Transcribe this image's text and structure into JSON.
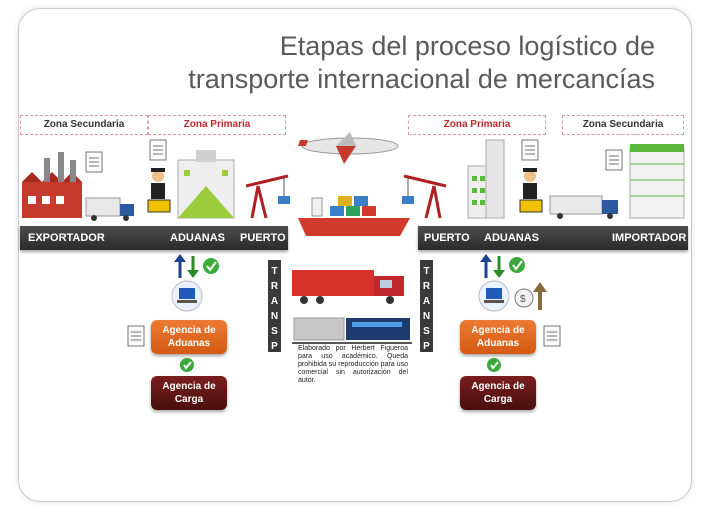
{
  "title_line1": "Etapas del proceso logístico de",
  "title_line2": "transporte internacional de mercancías",
  "zones": {
    "left_secundaria": "Zona Secundaria",
    "left_primaria": "Zona Primaria",
    "right_primaria": "Zona Primaria",
    "right_secundaria": "Zona Secundaria"
  },
  "bands": {
    "exportador": "EXPORTADOR",
    "aduanas_left": "ADUANAS",
    "puerto_left": "PUERTO",
    "puerto_right": "PUERTO",
    "aduanas_right": "ADUANAS",
    "importador": "IMPORTADOR"
  },
  "transp_left": [
    "T",
    "R",
    "A",
    "N",
    "S",
    "P"
  ],
  "transp_right": [
    "T",
    "R",
    "A",
    "N",
    "S",
    "P"
  ],
  "left_agencia_aduanas": [
    "Agencia de",
    "Aduanas"
  ],
  "left_agencia_carga": [
    "Agencia de",
    "Carga"
  ],
  "right_agencia_aduanas": [
    "Agencia de",
    "Aduanas"
  ],
  "right_agencia_carga": [
    "Agencia de",
    "Carga"
  ],
  "credit_note": "Elaborado por Herbert Figueroa para uso académico. Queda prohibida su reproducción para uso comercial sin autorización del autor.",
  "colors": {
    "accent_red": "#c0282d",
    "orange": "#e06a22",
    "dark_red": "#5a1414",
    "band": "#333333"
  },
  "icons": [
    "document-icon",
    "factory-icon",
    "truck-icon",
    "customs-officer-icon",
    "building-icon",
    "crane-icon",
    "airplane-icon",
    "cargo-ship-icon",
    "train-icon",
    "computer-icon",
    "checkmark-icon",
    "arrow-up-icon",
    "arrow-down-icon",
    "money-icon"
  ]
}
